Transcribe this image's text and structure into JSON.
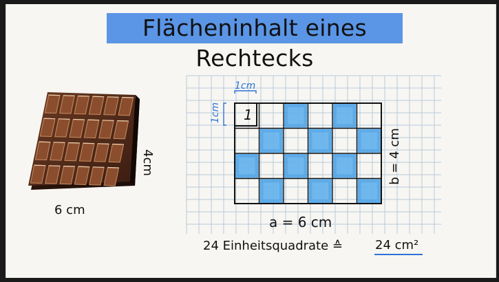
{
  "title": "Flächeninhalt eines Rechtecks",
  "left": {
    "width_label": "6 cm",
    "height_label": "4cm"
  },
  "grid": {
    "unit_label_top": "1cm",
    "unit_label_side": "1cm",
    "unit_number": "1",
    "dims": {
      "cols": 6,
      "rows": 4
    },
    "side_label": "b = 4 cm",
    "bottom_label": "a = 6 cm",
    "summary_text": "24 Einheitsquadrate ≙",
    "summary_value": "24 cm²",
    "blue_cells": [
      [
        2,
        0
      ],
      [
        4,
        0
      ],
      [
        1,
        1
      ],
      [
        3,
        1
      ],
      [
        5,
        1
      ],
      [
        0,
        2
      ],
      [
        2,
        2
      ],
      [
        4,
        2
      ],
      [
        1,
        3
      ],
      [
        3,
        3
      ],
      [
        5,
        3
      ]
    ],
    "accent": "#4ea3e6"
  }
}
